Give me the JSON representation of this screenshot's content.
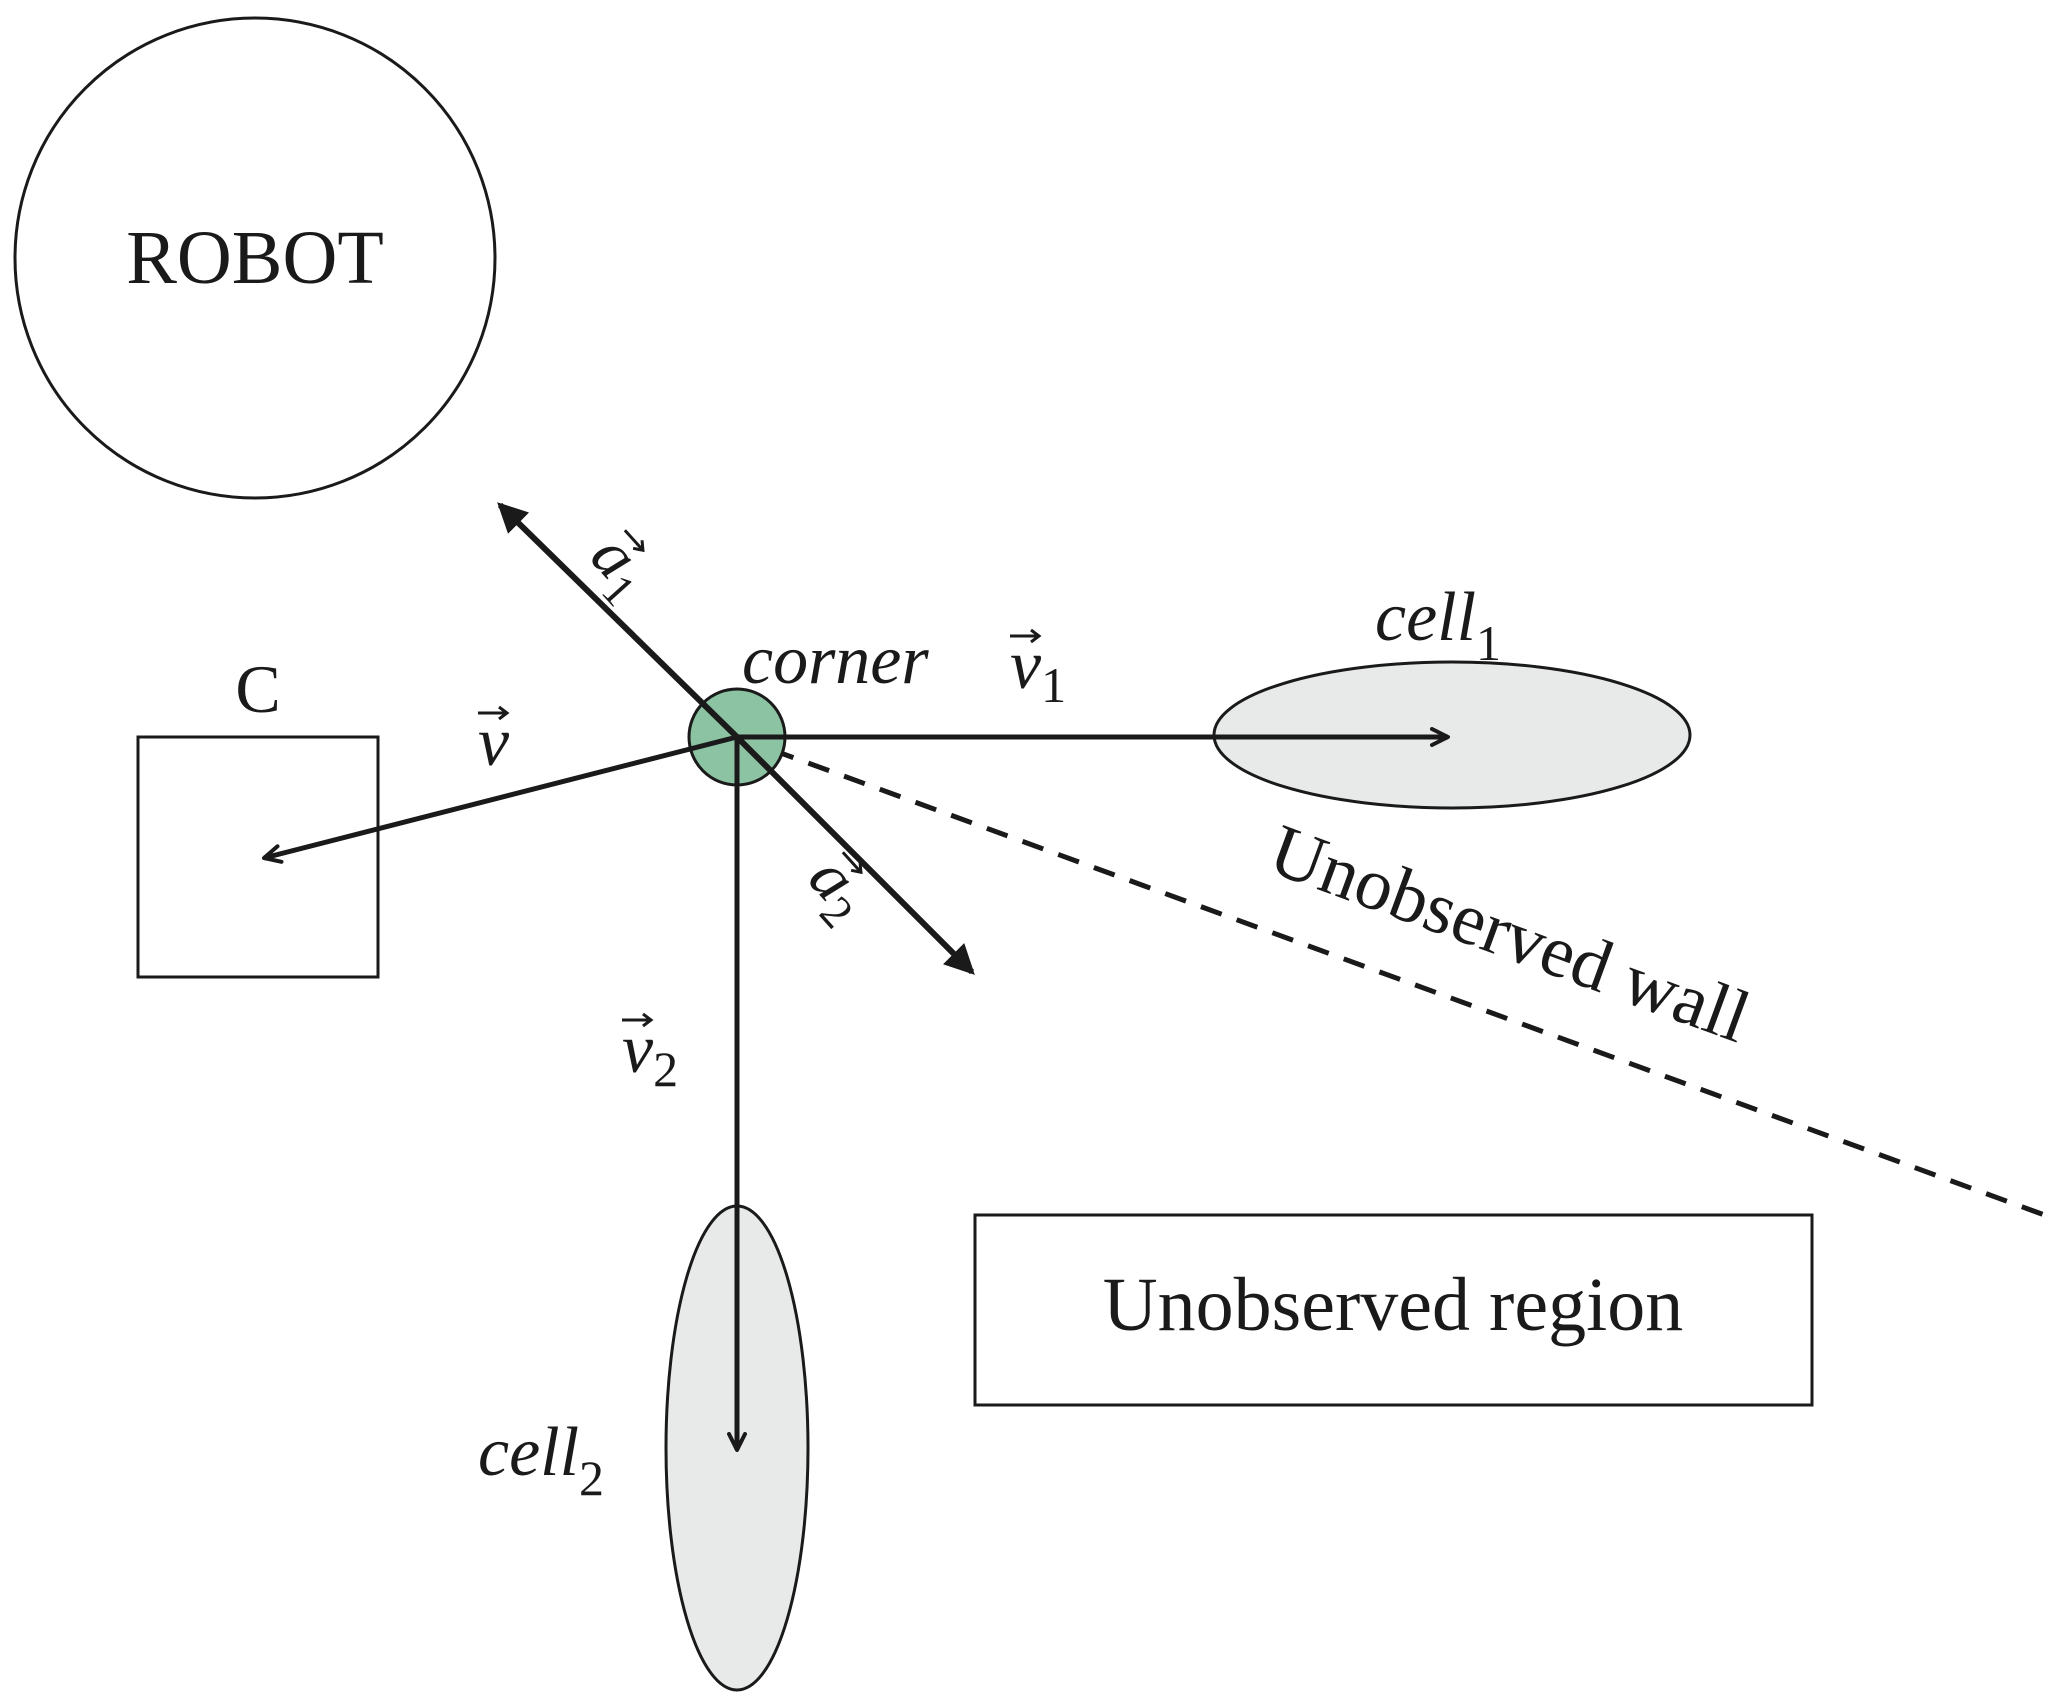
{
  "labels": {
    "robot": "ROBOT",
    "box_c": "C",
    "corner": "corner",
    "cell1_base": "cell",
    "cell1_sub": "1",
    "cell2_base": "cell",
    "cell2_sub": "2",
    "v": "v",
    "v1": "v",
    "v1_sub": "1",
    "v2": "v",
    "v2_sub": "2",
    "a1": "a",
    "a1_sub": "1",
    "a2": "a",
    "a2_sub": "2",
    "unobserved_wall": "Unobserved wall",
    "unobserved_region": "Unobserved region"
  },
  "colors": {
    "corner_fill": "#8cc3a3",
    "cell_fill": "#e8eaea",
    "stroke": "#1a1a1a"
  }
}
